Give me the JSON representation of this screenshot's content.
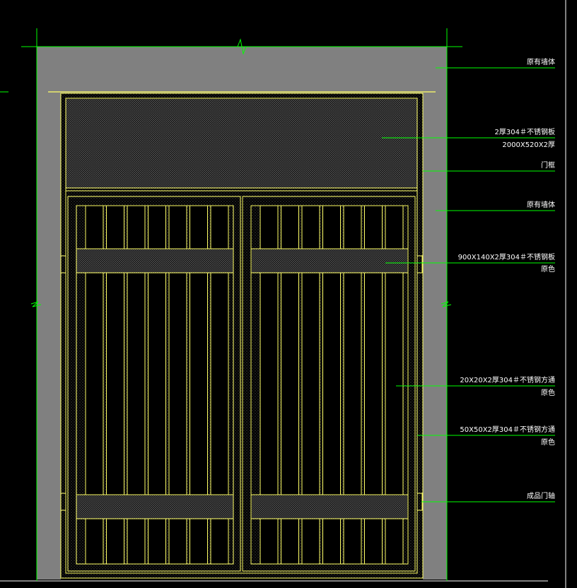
{
  "colors": {
    "background": "#000000",
    "wall": "#808080",
    "frame": "#ffff66",
    "leader": "#00ff00",
    "text": "#ffffff"
  },
  "labels": {
    "wall_top": "原有墙体",
    "top_panel_line1": "2厚304＃不锈钢板",
    "top_panel_line2": "2000X520X2厚",
    "door_frame": "门框",
    "wall_mid": "原有墙体",
    "rail_plate_line1": "900X140X2厚304＃不锈钢板",
    "rail_plate_line2": "原色",
    "bar_tube_line1": "20X20X2厚304＃不锈钢方通",
    "bar_tube_line2": "原色",
    "frame_tube_line1": "50X50X2厚304＃不锈钢方通",
    "frame_tube_line2": "原色",
    "hinge": "成品门轴"
  }
}
